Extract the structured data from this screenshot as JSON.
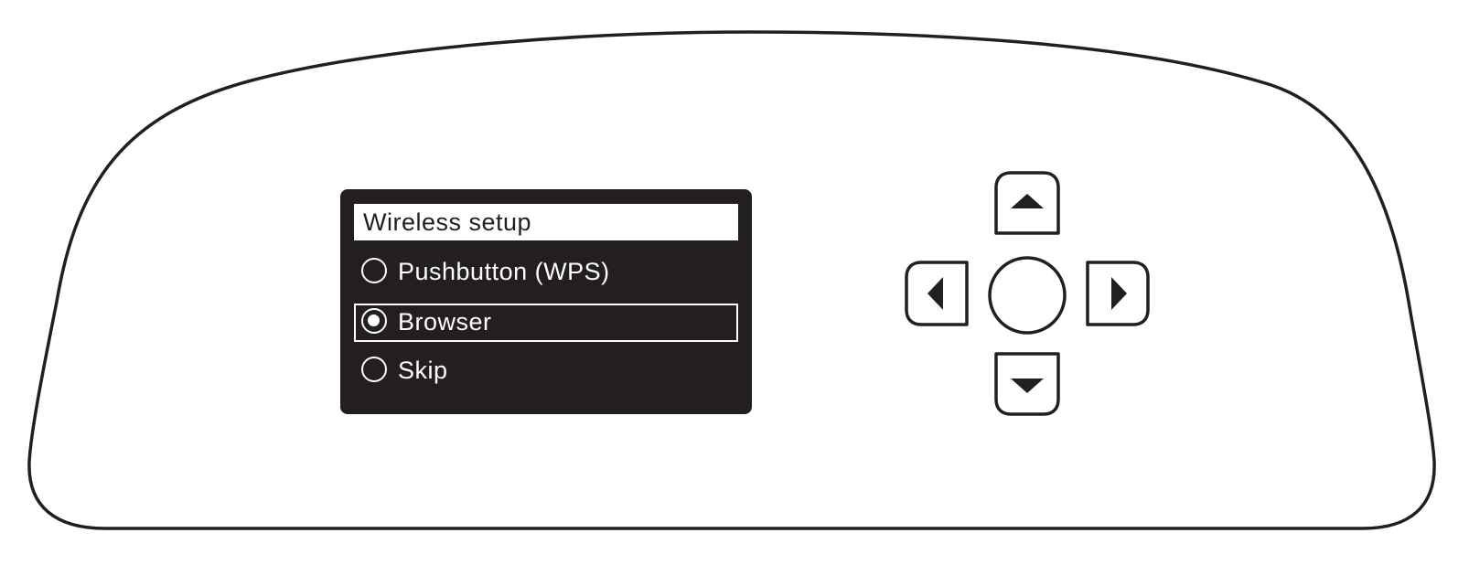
{
  "screen": {
    "title": "Wireless setup",
    "options": [
      {
        "label": "Pushbutton (WPS)",
        "selected": false
      },
      {
        "label": "Browser",
        "selected": true
      },
      {
        "label": "Skip",
        "selected": false
      }
    ]
  },
  "controls": {
    "icons": [
      "up-arrow-icon",
      "left-arrow-icon",
      "select-circle-icon",
      "right-arrow-icon",
      "down-arrow-icon"
    ]
  }
}
